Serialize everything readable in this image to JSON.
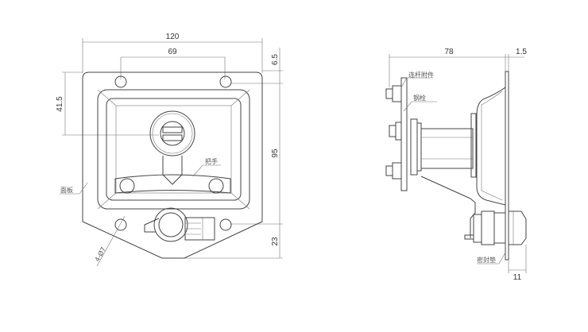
{
  "front_view": {
    "dims": {
      "width_total": "120",
      "hole_spacing": "69",
      "top_offset": "6.5",
      "lock_offset": "41.5",
      "height_main": "95",
      "bottom_height": "23"
    },
    "labels": {
      "handle": "把手",
      "panel": "面板",
      "holes": "4-Ø7"
    }
  },
  "side_view": {
    "dims": {
      "depth": "78",
      "plate_thickness": "1.5",
      "lock_protrusion": "11"
    },
    "labels": {
      "linkage": "连杆附件",
      "bolt": "钢栓",
      "gasket": "密封垫"
    }
  }
}
